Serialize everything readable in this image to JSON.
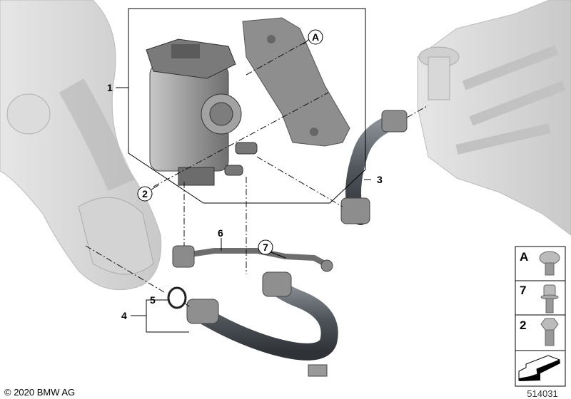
{
  "diagram": {
    "callouts": [
      {
        "id": "1",
        "label": "1",
        "circled": false
      },
      {
        "id": "2",
        "label": "2",
        "circled": true
      },
      {
        "id": "3",
        "label": "3",
        "circled": false
      },
      {
        "id": "4",
        "label": "4",
        "circled": false
      },
      {
        "id": "5",
        "label": "5",
        "circled": false
      },
      {
        "id": "6",
        "label": "6",
        "circled": false
      },
      {
        "id": "7",
        "label": "7",
        "circled": true
      },
      {
        "id": "A",
        "label": "A",
        "circled": true
      }
    ],
    "legend": [
      {
        "label": "A",
        "icon": "pan-head-screw-icon"
      },
      {
        "label": "7",
        "icon": "socket-head-screw-icon"
      },
      {
        "label": "2",
        "icon": "hex-bolt-icon"
      },
      {
        "label": "",
        "icon": "direction-arrow-icon"
      }
    ],
    "copyright": "© 2020 BMW AG",
    "diagram_number": "514031"
  }
}
